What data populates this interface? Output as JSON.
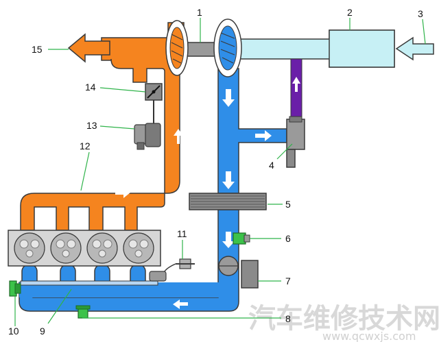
{
  "diagram": {
    "callouts": [
      {
        "id": "1",
        "text": "1"
      },
      {
        "id": "2",
        "text": "2"
      },
      {
        "id": "3",
        "text": "3"
      },
      {
        "id": "4",
        "text": "4"
      },
      {
        "id": "5",
        "text": "5"
      },
      {
        "id": "6",
        "text": "6"
      },
      {
        "id": "7",
        "text": "7"
      },
      {
        "id": "8",
        "text": "8"
      },
      {
        "id": "9",
        "text": "9"
      },
      {
        "id": "10",
        "text": "10"
      },
      {
        "id": "11",
        "text": "11"
      },
      {
        "id": "12",
        "text": "12"
      },
      {
        "id": "13",
        "text": "13"
      },
      {
        "id": "14",
        "text": "14"
      },
      {
        "id": "15",
        "text": "15"
      }
    ],
    "watermark": {
      "text": "汽车维修技术网",
      "url": "www.qcwxjs.com"
    },
    "colors": {
      "exhaust": "#f5841f",
      "boost": "#2f8ee8",
      "intake": "#c7f0f5",
      "vacuum": "#6a1fa8",
      "leader": "#2fb34a",
      "arrow": "#ffffff"
    }
  }
}
